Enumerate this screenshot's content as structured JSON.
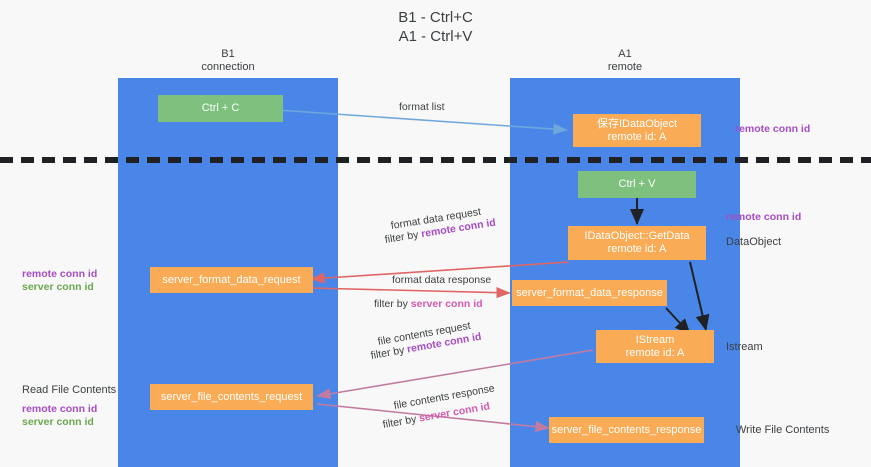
{
  "title": "B1 - Ctrl+C\nA1 - Ctrl+V",
  "columns": {
    "left": {
      "name": "B1",
      "role": "connection",
      "label": "B1\nconnection"
    },
    "right": {
      "name": "A1",
      "role": "remote",
      "label": "A1\nremote"
    }
  },
  "nodes": {
    "ctrl_c": {
      "label": "Ctrl + C",
      "color": "#7ec17e"
    },
    "save_idataobject": {
      "label": "保存IDataObject\nremote id: A",
      "color": "#f9ab55"
    },
    "ctrl_v": {
      "label": "Ctrl + V",
      "color": "#7ec17e"
    },
    "getdata": {
      "label": "IDataObject::GetData\nremote id: A",
      "color": "#f9ab55"
    },
    "server_format_data_request": {
      "label": "server_format_data_request",
      "color": "#f9ab55"
    },
    "server_format_data_response": {
      "label": "server_format_data_response",
      "color": "#f9ab55"
    },
    "istream": {
      "label": "IStream\nremote id: A",
      "color": "#f9ab55"
    },
    "server_file_contents_request": {
      "label": "server_file_contents_request",
      "color": "#f9ab55"
    },
    "server_file_contents_response": {
      "label": "server_file_contents_response",
      "color": "#f9ab55"
    }
  },
  "edge_labels": {
    "format_list": "format list",
    "format_data_request": "format data request",
    "format_data_request_filter_prefix": "filter by ",
    "format_data_request_filter_key": "remote conn id",
    "format_data_response": "format data response",
    "format_data_response_filter_prefix": "filter by ",
    "format_data_response_filter_key": "server conn id",
    "file_contents_request": "file contents request",
    "file_contents_request_filter_prefix": "filter by ",
    "file_contents_request_filter_key": "remote conn id",
    "file_contents_response": "file contents response",
    "file_contents_response_filter_prefix": "filter by ",
    "file_contents_response_filter_key": "server conn id"
  },
  "annotations": {
    "right_remote_conn_id_top": "remote conn id",
    "right_remote_conn_id_mid": "remote conn id",
    "right_dataobject": "DataObject",
    "right_istream": "Istream",
    "right_write_file_contents": "Write File Contents",
    "left_remote_conn_id": "remote conn id",
    "left_server_conn_id": "server conn id",
    "left_read_file_contents": "Read File Contents",
    "left_remote_conn_id_2": "remote conn id",
    "left_server_conn_id_2": "server conn id"
  },
  "colors": {
    "lane": "#4a86e8",
    "green_node": "#7ec17e",
    "orange_node": "#f9ab55",
    "remote_conn_id": "#a64dc4",
    "server_conn_id": "#6aa84f",
    "server_conn_id_edge": "#d45ab0",
    "arrow_blue": "#6fa8dc",
    "arrow_red": "#e06666",
    "arrow_magenta": "#c27ba0",
    "arrow_dark": "#202124",
    "background": "#f8f8f8"
  }
}
